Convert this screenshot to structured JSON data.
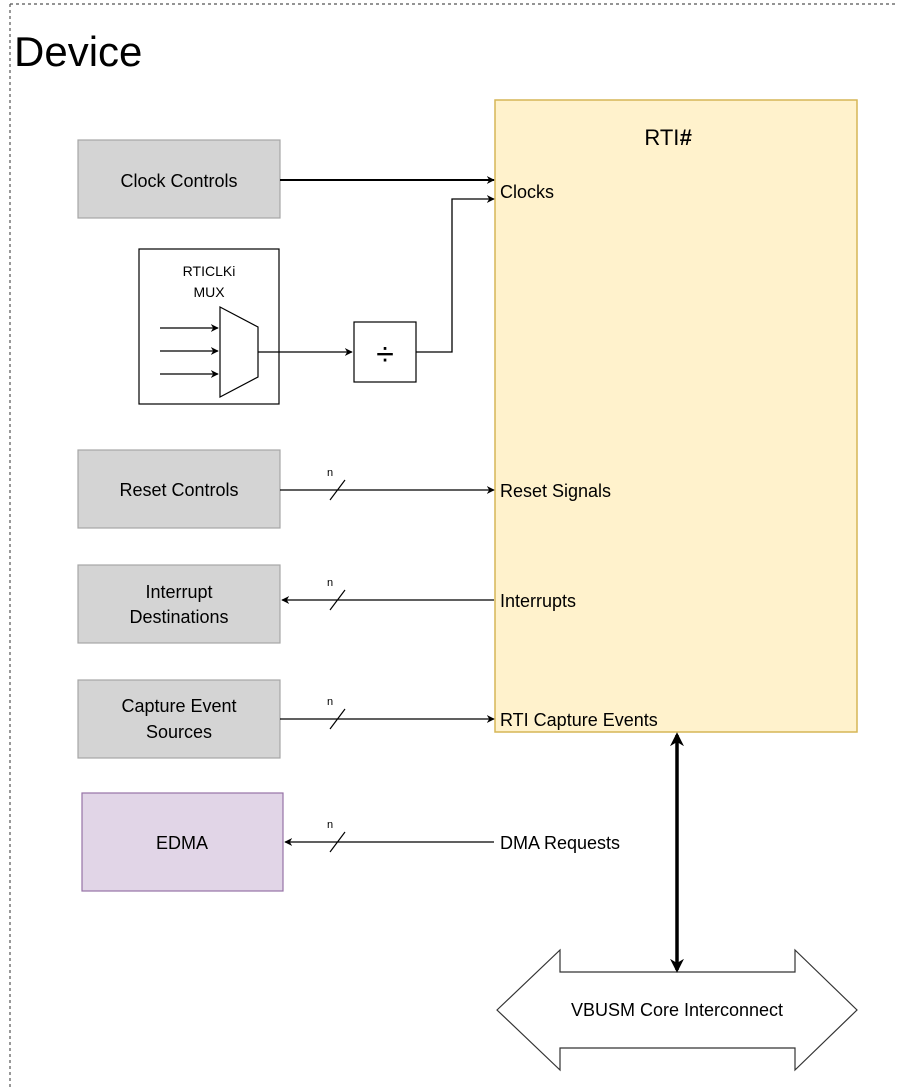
{
  "container": {
    "title": "Device"
  },
  "rti": {
    "title_prefix": "RTI",
    "title_suffix": "#",
    "ports": {
      "clocks": "Clocks",
      "reset_signals": "Reset Signals",
      "interrupts": "Interrupts",
      "capture_events": "RTI Capture Events",
      "dma_requests": "DMA Requests"
    }
  },
  "blocks": {
    "clock_controls": {
      "line1": "Clock Controls"
    },
    "mux": {
      "line1": "RTICLKi",
      "line2": "MUX"
    },
    "divider": {
      "symbol": "÷"
    },
    "reset_controls": {
      "line1": "Reset Controls"
    },
    "interrupt_destinations": {
      "line1": "Interrupt",
      "line2": "Destinations"
    },
    "capture_event_sources": {
      "line1": "Capture Event",
      "line2": "Sources"
    },
    "edma": {
      "line1": "EDMA"
    },
    "interconnect": {
      "line1": "VBUSM Core Interconnect"
    }
  },
  "bus_width_label": "n",
  "colors": {
    "rti_fill": "#fff2cc",
    "rti_stroke": "#d6b656",
    "gray_fill": "#d4d4d4",
    "gray_stroke": "#a6a6a6",
    "edma_fill": "#e1d5e7",
    "edma_stroke": "#9673a6",
    "line": "#000000"
  }
}
